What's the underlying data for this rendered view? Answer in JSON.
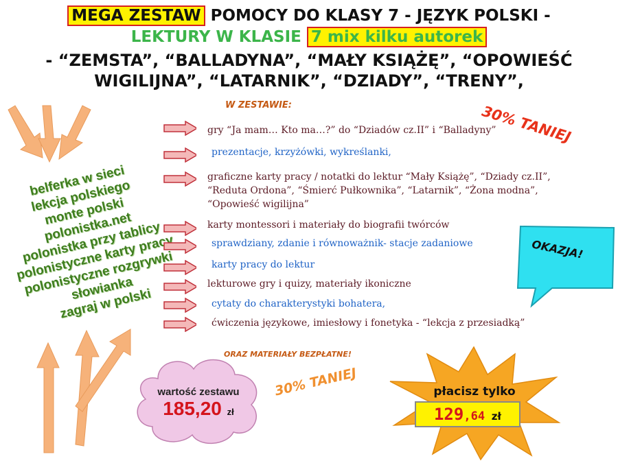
{
  "title": {
    "line1_highlight": "MEGA ZESTAW",
    "line1_rest": " POMOCY DO KLASY 7 - JĘZYK POLSKI -",
    "line2_green": "LEKTURY W KLASIE ",
    "line2_highlight": "7 mix kilku autorek",
    "line3": "- “ZEMSTA”, “BALLADYNA”, “MAŁY KSIĄŻĘ”, “OPOWIEŚĆ",
    "line4": "WIGILIJNA”, “LATARNIK”, “DZIADY”,  “TRENY”,"
  },
  "in_set_label": "W ZESTAWIE:",
  "discount_top": "30% TANIEJ",
  "discount_bottom": "30% TANIEJ",
  "left_list": [
    "belferka w sieci",
    "lekcja polskiego",
    "monte polski",
    "polonistka.net",
    "polonistka przy tablicy",
    "polonistyczne karty pracy",
    "polonistyczne rozgrywki",
    "słowianka",
    "zagraj w polski"
  ],
  "items": [
    {
      "lines": [
        "gry “Ja mam… Kto ma…?” do “Dziadów cz.II” i “Balladyny”"
      ],
      "color": "#5b1a24"
    },
    {
      "lines": [
        "prezentacje, krzyżówki, wykreślanki,"
      ],
      "color": "#1f63c6"
    },
    {
      "lines": [
        "graficzne karty pracy / notatki do lektur “Mały Książę”, “Dziady cz.II”,",
        "“Reduta Ordona”, “Śmierć Pułkownika”, “Latarnik”, “Żona modna”,",
        "“Opowieść wigilijna”"
      ],
      "color": "#5b1a24"
    },
    {
      "lines": [
        "karty montessori  i materiały do biografii twórców"
      ],
      "color": "#5b1a24"
    },
    {
      "lines": [
        "sprawdziany, zdanie  i równoważnik- stacje zadaniowe"
      ],
      "color": "#1f63c6"
    },
    {
      "lines": [
        "karty pracy do lektur"
      ],
      "color": "#1f63c6"
    },
    {
      "lines": [
        "lekturowe gry i quizy, materiały ikoniczne"
      ],
      "color": "#5b1a24"
    },
    {
      "lines": [
        "cytaty do charakterystyki bohatera,"
      ],
      "color": "#1f63c6"
    },
    {
      "lines": [
        "ćwiczenia językowe, imiesłowy i fonetyka - “lekcja z przesiadką”"
      ],
      "color": "#5b1a24"
    }
  ],
  "free_materials": "ORAZ MATERIAŁY BEZPŁATNE!",
  "offer_badge": "OKAZJA!",
  "value": {
    "label": "wartość zestawu",
    "amount": "185,20",
    "currency": "zł"
  },
  "pay": {
    "label": "płacisz tylko",
    "amount_main": "129",
    "amount_cents": ",64",
    "currency": "zł"
  },
  "colors": {
    "highlight": "#fff200",
    "border_red": "#d62020",
    "green": "#3cb54a",
    "orange": "#e86a1a",
    "cyan_badge": "#2fe0f0",
    "cloud_pink": "#f0c8e6",
    "star_orange": "#f6a623"
  }
}
